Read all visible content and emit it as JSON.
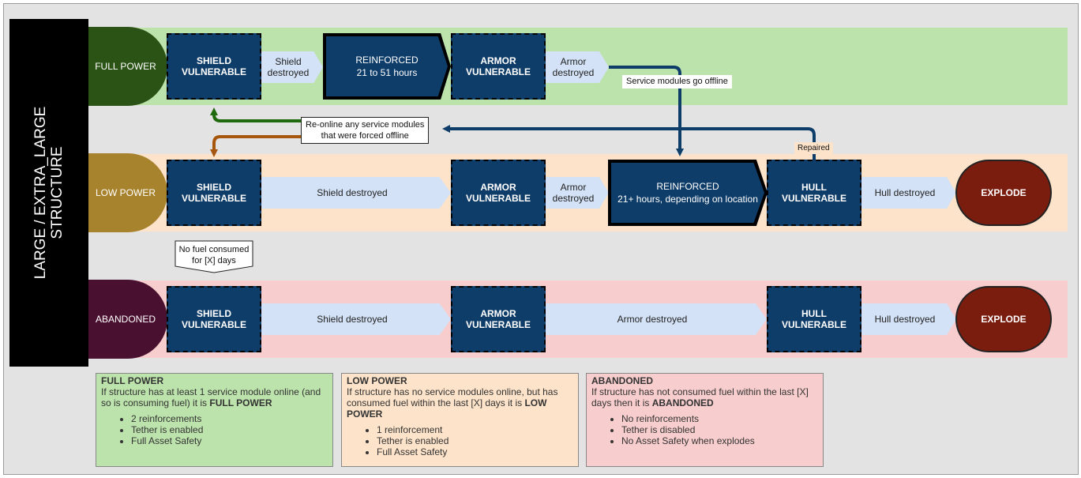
{
  "sidebar": {
    "title_line1": "LARGE / EXTRA_LARGE",
    "title_line2": "STRUCTURE"
  },
  "colors": {
    "full_power_band": "#bde3ac",
    "low_power_band": "#fde3c9",
    "abandoned_band": "#f8cdcd",
    "full_power_pill": "#2b5316",
    "low_power_pill": "#a8832d",
    "abandoned_pill": "#4a1030",
    "node_fill": "#0f3d69",
    "explode_fill": "#7a1d0f",
    "arrow_fill": "#d3e2f6",
    "green_arrow": "#1f6a0c",
    "brown_arrow": "#a6560d",
    "blue_arrow": "#0f3d69"
  },
  "rows": {
    "full": {
      "state": "FULL POWER",
      "shield": "SHIELD\nVULNERABLE",
      "arrow1": "Shield\ndestroyed",
      "reinforced_title": "REINFORCED",
      "reinforced_sub": "21 to 51 hours",
      "armor": "ARMOR\nVULNERABLE",
      "arrow2": "Armor\ndestroyed"
    },
    "low": {
      "state": "LOW POWER",
      "shield": "SHIELD\nVULNERABLE",
      "arrow1": "Shield destroyed",
      "armor": "ARMOR\nVULNERABLE",
      "arrow2": "Armor\ndestroyed",
      "reinforced_title": "REINFORCED",
      "reinforced_sub": "21+ hours, depending on location",
      "hull": "HULL\nVULNERABLE",
      "arrow3": "Hull destroyed",
      "explode": "EXPLODE"
    },
    "abandoned": {
      "state": "ABANDONED",
      "shield": "SHIELD\nVULNERABLE",
      "arrow1": "Shield destroyed",
      "armor": "ARMOR\nVULNERABLE",
      "arrow2": "Armor destroyed",
      "hull": "HULL\nVULNERABLE",
      "arrow3": "Hull destroyed",
      "explode": "EXPLODE"
    }
  },
  "connectors": {
    "service_offline": "Service modules go offline",
    "reonline_line1": "Re-online any service modules",
    "reonline_line2": "that were forced offline",
    "repaired": "Repaired",
    "no_fuel_line1": "No fuel consumed",
    "no_fuel_line2": "for [X] days"
  },
  "legend": {
    "full": {
      "title": "FULL POWER",
      "desc_pre": "If structure has at least 1 service module online (and so is consuming fuel) it is ",
      "desc_bold": "FULL POWER",
      "items": [
        "2 reinforcements",
        "Tether is enabled",
        "Full Asset Safety"
      ]
    },
    "low": {
      "title": "LOW POWER",
      "desc_pre": "If structure has no service modules online, but has consumed fuel within the last [X] days it is ",
      "desc_bold": "LOW POWER",
      "items": [
        "1 reinforcement",
        "Tether is enabled",
        "Full Asset Safety"
      ]
    },
    "abandoned": {
      "title": "ABANDONED",
      "desc_pre": "If structure has not consumed fuel within the last [X] days then it is ",
      "desc_bold": "ABANDONED",
      "items": [
        "No reinforcements",
        "Tether is disabled",
        "No Asset Safety when explodes"
      ]
    }
  }
}
